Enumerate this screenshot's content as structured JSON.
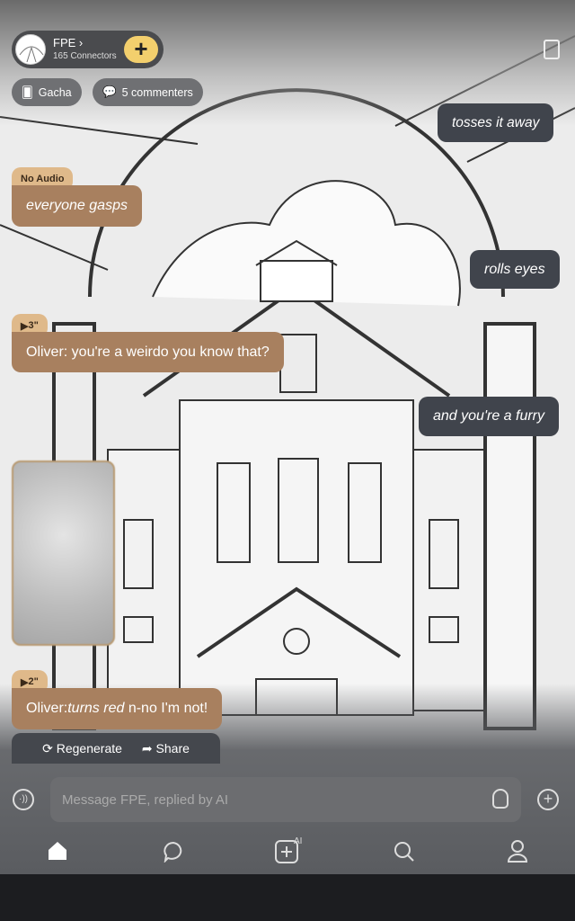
{
  "header": {
    "name": "FPE",
    "connectors": "165 Connectors",
    "add_label": "+"
  },
  "chips": {
    "gacha": "Gacha",
    "commenters": "5 commenters"
  },
  "messages": [
    {
      "role": "user",
      "text": "tosses it away"
    },
    {
      "role": "bot",
      "tag": "No Audio",
      "text": "everyone gasps"
    },
    {
      "role": "user",
      "text": "rolls eyes"
    },
    {
      "role": "bot",
      "tag": "3\"",
      "text": "Oliver: you're a weirdo you know that?"
    },
    {
      "role": "user",
      "text": "and you're a furry"
    },
    {
      "role": "bot",
      "tag": "2\"",
      "speaker": "Oliver: ",
      "action": "turns red",
      "text": " n-no I'm not!"
    }
  ],
  "actions": {
    "regenerate": "Regenerate",
    "share": "Share"
  },
  "composer": {
    "placeholder": "Message FPE, replied by AI"
  },
  "nav": {
    "ai_badge": "AI"
  }
}
